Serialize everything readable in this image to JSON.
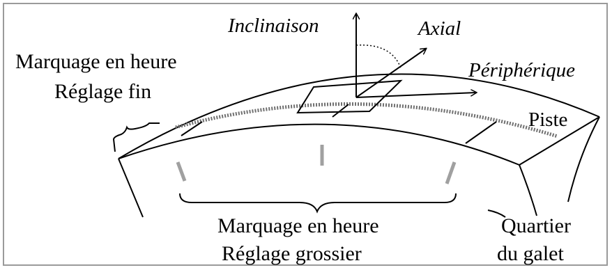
{
  "labels": {
    "inclinaison": "Inclinaison",
    "axial": "Axial",
    "peripherique": "Périphérique",
    "piste": "Piste",
    "marquage_fin_line1": "Marquage en heure",
    "marquage_fin_line2": "Réglage fin",
    "marquage_grossier_line1": "Marquage en heure",
    "marquage_grossier_line2": "Réglage grossier",
    "quartier_line1": "Quartier",
    "quartier_line2": "du galet"
  },
  "colors": {
    "line": "#000000",
    "frame": "#9a9a9a",
    "tick_gray": "#a0a0a0",
    "dotted_track": "#707070"
  }
}
